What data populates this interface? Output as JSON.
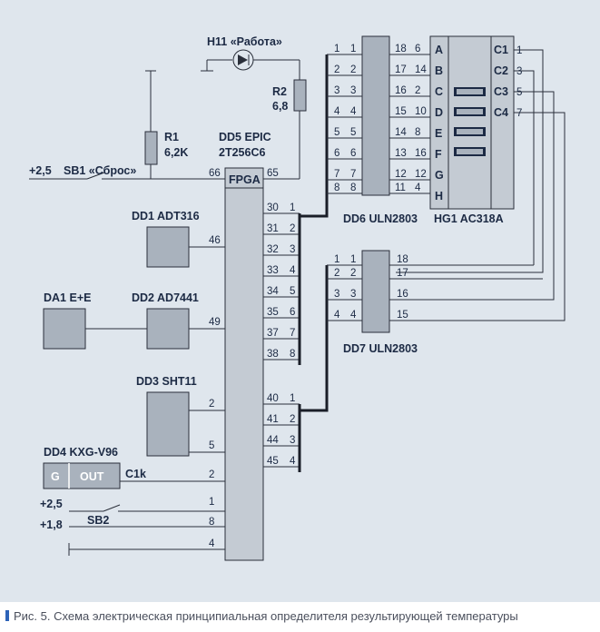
{
  "colors": {
    "background_panel": "#dfe6ed",
    "chip_fill": "#a9b2bd",
    "chip_light": "#c4cbd3",
    "wire": "#2a2f3a",
    "caption_marker": "#2d63b8"
  },
  "labels": {
    "h11": "H11 «Работа»",
    "r2": "R2",
    "r2_val": "6,8",
    "r1": "R1",
    "r1_val": "6,2K",
    "dd5_a": "DD5 EPIC",
    "dd5_b": "2T256C6",
    "fpga": "FPGA",
    "plus25_top": "+2,5",
    "sb1": "SB1 «Сброс»",
    "dd1": "DD1 ADT316",
    "da1": "DA1 E+E",
    "dd2": "DD2 AD7441",
    "dd3": "DD3 SHT11",
    "dd4": "DD4 KXG-V96",
    "g": "G",
    "out": "OUT",
    "c1k": "C1k",
    "plus25_bot": "+2,5",
    "plus18": "+1,8",
    "sb2": "SB2",
    "dd6": "DD6 ULN2803",
    "hg1": "HG1 AC318A",
    "dd7": "DD7 ULN2803"
  },
  "fpga_left_pins": [
    "66",
    "46",
    "49",
    "2",
    "5",
    "2",
    "1",
    "8",
    "4"
  ],
  "fpga_right_pins": [
    "65",
    "30",
    "31",
    "32",
    "33",
    "34",
    "35",
    "37",
    "38",
    "40",
    "41",
    "44",
    "45"
  ],
  "fpga_bus_a_numbers": [
    "1",
    "2",
    "3",
    "4",
    "5",
    "6",
    "7",
    "8"
  ],
  "fpga_bus_b_numbers": [
    "1",
    "2",
    "3",
    "4"
  ],
  "dd6_left": [
    [
      "1",
      "1"
    ],
    [
      "2",
      "2"
    ],
    [
      "3",
      "3"
    ],
    [
      "4",
      "4"
    ],
    [
      "5",
      "5"
    ],
    [
      "6",
      "6"
    ],
    [
      "7",
      "7"
    ],
    [
      "8",
      "8"
    ]
  ],
  "dd6_right": [
    [
      "18",
      "6"
    ],
    [
      "17",
      "14"
    ],
    [
      "16",
      "2"
    ],
    [
      "15",
      "10"
    ],
    [
      "14",
      "8"
    ],
    [
      "13",
      "16"
    ],
    [
      "12",
      "12"
    ],
    [
      "11",
      "4"
    ]
  ],
  "hg1_segments": [
    "A",
    "B",
    "C",
    "D",
    "E",
    "F",
    "G",
    "H"
  ],
  "hg1_commons": [
    [
      "C1",
      "1"
    ],
    [
      "C2",
      "3"
    ],
    [
      "C3",
      "5"
    ],
    [
      "C4",
      "7"
    ]
  ],
  "dd7_left": [
    [
      "1",
      "1"
    ],
    [
      "2",
      "2"
    ],
    [
      "3",
      "3"
    ],
    [
      "4",
      "4"
    ]
  ],
  "dd7_right": [
    "18",
    "17",
    "16",
    "15"
  ],
  "caption": "Рис. 5. Схема электрическая принципиальная определителя результирующей температуры"
}
